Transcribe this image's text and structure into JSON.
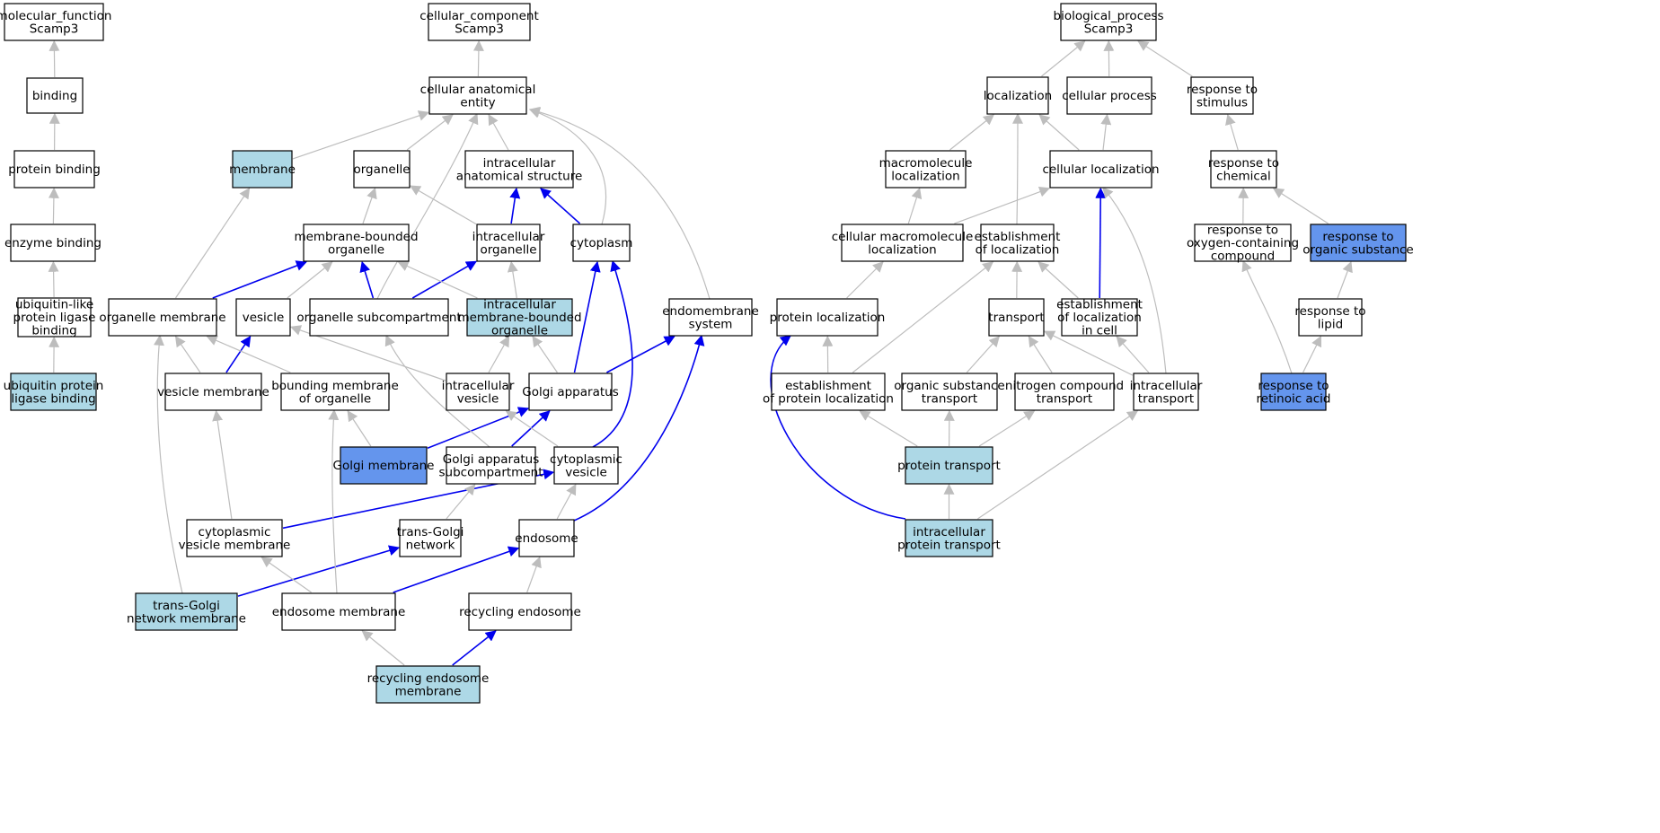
{
  "nodes": [
    {
      "id": "mf",
      "lines": [
        "molecular_function",
        "Scamp3"
      ],
      "fill": "#ffffff"
    },
    {
      "id": "binding",
      "lines": [
        "binding"
      ],
      "fill": "#ffffff"
    },
    {
      "id": "protein_binding",
      "lines": [
        "protein binding"
      ],
      "fill": "#ffffff"
    },
    {
      "id": "enzyme_binding",
      "lines": [
        "enzyme binding"
      ],
      "fill": "#ffffff"
    },
    {
      "id": "ubl_ligase_binding",
      "lines": [
        "ubiquitin-like",
        "protein ligase",
        "binding"
      ],
      "fill": "#ffffff"
    },
    {
      "id": "ub_ligase_binding",
      "lines": [
        "ubiquitin protein",
        "ligase binding"
      ],
      "fill": "#add8e6"
    },
    {
      "id": "cc",
      "lines": [
        "cellular_component",
        "Scamp3"
      ],
      "fill": "#ffffff"
    },
    {
      "id": "cae",
      "lines": [
        "cellular anatomical",
        "entity"
      ],
      "fill": "#ffffff"
    },
    {
      "id": "membrane",
      "lines": [
        "membrane"
      ],
      "fill": "#add8e6"
    },
    {
      "id": "organelle",
      "lines": [
        "organelle"
      ],
      "fill": "#ffffff"
    },
    {
      "id": "ias",
      "lines": [
        "intracellular",
        "anatomical structure"
      ],
      "fill": "#ffffff"
    },
    {
      "id": "mbo",
      "lines": [
        "membrane-bounded",
        "organelle"
      ],
      "fill": "#ffffff"
    },
    {
      "id": "io",
      "lines": [
        "intracellular",
        "organelle"
      ],
      "fill": "#ffffff"
    },
    {
      "id": "cytoplasm",
      "lines": [
        "cytoplasm"
      ],
      "fill": "#ffffff"
    },
    {
      "id": "om",
      "lines": [
        "organelle membrane"
      ],
      "fill": "#ffffff"
    },
    {
      "id": "vesicle",
      "lines": [
        "vesicle"
      ],
      "fill": "#ffffff"
    },
    {
      "id": "osc",
      "lines": [
        "organelle subcompartment"
      ],
      "fill": "#ffffff"
    },
    {
      "id": "imbo",
      "lines": [
        "intracellular",
        "membrane-bounded",
        "organelle"
      ],
      "fill": "#add8e6"
    },
    {
      "id": "ems",
      "lines": [
        "endomembrane",
        "system"
      ],
      "fill": "#ffffff"
    },
    {
      "id": "vm",
      "lines": [
        "vesicle membrane"
      ],
      "fill": "#ffffff"
    },
    {
      "id": "bmo",
      "lines": [
        "bounding membrane",
        "of organelle"
      ],
      "fill": "#ffffff"
    },
    {
      "id": "iv",
      "lines": [
        "intracellular",
        "vesicle"
      ],
      "fill": "#ffffff"
    },
    {
      "id": "golgi",
      "lines": [
        "Golgi apparatus"
      ],
      "fill": "#ffffff"
    },
    {
      "id": "golgi_mem",
      "lines": [
        "Golgi membrane"
      ],
      "fill": "#6495ed"
    },
    {
      "id": "gasc",
      "lines": [
        "Golgi apparatus",
        "subcompartment"
      ],
      "fill": "#ffffff"
    },
    {
      "id": "cv",
      "lines": [
        "cytoplasmic",
        "vesicle"
      ],
      "fill": "#ffffff"
    },
    {
      "id": "cvm",
      "lines": [
        "cytoplasmic",
        "vesicle membrane"
      ],
      "fill": "#ffffff"
    },
    {
      "id": "tgn",
      "lines": [
        "trans-Golgi",
        "network"
      ],
      "fill": "#ffffff"
    },
    {
      "id": "endosome",
      "lines": [
        "endosome"
      ],
      "fill": "#ffffff"
    },
    {
      "id": "tgnm",
      "lines": [
        "trans-Golgi",
        "network membrane"
      ],
      "fill": "#add8e6"
    },
    {
      "id": "em",
      "lines": [
        "endosome membrane"
      ],
      "fill": "#ffffff"
    },
    {
      "id": "re",
      "lines": [
        "recycling endosome"
      ],
      "fill": "#ffffff"
    },
    {
      "id": "rem",
      "lines": [
        "recycling endosome",
        "membrane"
      ],
      "fill": "#add8e6"
    },
    {
      "id": "bp",
      "lines": [
        "biological_process",
        "Scamp3"
      ],
      "fill": "#ffffff"
    },
    {
      "id": "localization",
      "lines": [
        "localization"
      ],
      "fill": "#ffffff"
    },
    {
      "id": "cp",
      "lines": [
        "cellular process"
      ],
      "fill": "#ffffff"
    },
    {
      "id": "rts",
      "lines": [
        "response to",
        "stimulus"
      ],
      "fill": "#ffffff"
    },
    {
      "id": "ml",
      "lines": [
        "macromolecule",
        "localization"
      ],
      "fill": "#ffffff"
    },
    {
      "id": "cl",
      "lines": [
        "cellular localization"
      ],
      "fill": "#ffffff"
    },
    {
      "id": "rtc",
      "lines": [
        "response to",
        "chemical"
      ],
      "fill": "#ffffff"
    },
    {
      "id": "cml",
      "lines": [
        "cellular macromolecule",
        "localization"
      ],
      "fill": "#ffffff"
    },
    {
      "id": "eol",
      "lines": [
        "establishment",
        "of localization"
      ],
      "fill": "#ffffff"
    },
    {
      "id": "rtocc",
      "lines": [
        "response to",
        "oxygen-containing",
        "compound"
      ],
      "fill": "#ffffff"
    },
    {
      "id": "rtos",
      "lines": [
        "response to",
        "organic substance"
      ],
      "fill": "#6495ed"
    },
    {
      "id": "pl",
      "lines": [
        "protein localization"
      ],
      "fill": "#ffffff"
    },
    {
      "id": "transport",
      "lines": [
        "transport"
      ],
      "fill": "#ffffff"
    },
    {
      "id": "eolc",
      "lines": [
        "establishment",
        "of localization",
        "in cell"
      ],
      "fill": "#ffffff"
    },
    {
      "id": "rtl",
      "lines": [
        "response to",
        "lipid"
      ],
      "fill": "#ffffff"
    },
    {
      "id": "epl",
      "lines": [
        "establishment",
        "of protein localization"
      ],
      "fill": "#ffffff"
    },
    {
      "id": "ost",
      "lines": [
        "organic substance",
        "transport"
      ],
      "fill": "#ffffff"
    },
    {
      "id": "nct",
      "lines": [
        "nitrogen compound",
        "transport"
      ],
      "fill": "#ffffff"
    },
    {
      "id": "it",
      "lines": [
        "intracellular",
        "transport"
      ],
      "fill": "#ffffff"
    },
    {
      "id": "rtra",
      "lines": [
        "response to",
        "retinoic acid"
      ],
      "fill": "#6495ed"
    },
    {
      "id": "pt",
      "lines": [
        "protein transport"
      ],
      "fill": "#add8e6"
    },
    {
      "id": "ipt",
      "lines": [
        "intracellular",
        "protein transport"
      ],
      "fill": "#add8e6"
    }
  ],
  "edges": [
    {
      "from": "binding",
      "to": "mf",
      "type": "is_a"
    },
    {
      "from": "protein_binding",
      "to": "binding",
      "type": "is_a"
    },
    {
      "from": "enzyme_binding",
      "to": "protein_binding",
      "type": "is_a"
    },
    {
      "from": "ubl_ligase_binding",
      "to": "enzyme_binding",
      "type": "is_a"
    },
    {
      "from": "ub_ligase_binding",
      "to": "ubl_ligase_binding",
      "type": "is_a"
    },
    {
      "from": "cae",
      "to": "cc",
      "type": "is_a"
    },
    {
      "from": "membrane",
      "to": "cae",
      "type": "is_a"
    },
    {
      "from": "organelle",
      "to": "cae",
      "type": "is_a"
    },
    {
      "from": "ias",
      "to": "cae",
      "type": "is_a"
    },
    {
      "from": "osc",
      "to": "cae",
      "type": "is_a"
    },
    {
      "from": "cytoplasm",
      "to": "cae",
      "type": "is_a"
    },
    {
      "from": "ems",
      "to": "cae",
      "type": "is_a"
    },
    {
      "from": "mbo",
      "to": "organelle",
      "type": "is_a"
    },
    {
      "from": "io",
      "to": "organelle",
      "type": "is_a"
    },
    {
      "from": "io",
      "to": "ias",
      "type": "part_of"
    },
    {
      "from": "cytoplasm",
      "to": "ias",
      "type": "part_of"
    },
    {
      "from": "om",
      "to": "membrane",
      "type": "is_a"
    },
    {
      "from": "om",
      "to": "mbo",
      "type": "part_of"
    },
    {
      "from": "vesicle",
      "to": "mbo",
      "type": "is_a"
    },
    {
      "from": "osc",
      "to": "mbo",
      "type": "part_of"
    },
    {
      "from": "osc",
      "to": "io",
      "type": "part_of"
    },
    {
      "from": "imbo",
      "to": "mbo",
      "type": "is_a"
    },
    {
      "from": "imbo",
      "to": "io",
      "type": "is_a"
    },
    {
      "from": "vm",
      "to": "om",
      "type": "is_a"
    },
    {
      "from": "vm",
      "to": "vesicle",
      "type": "part_of"
    },
    {
      "from": "bmo",
      "to": "om",
      "type": "is_a"
    },
    {
      "from": "iv",
      "to": "vesicle",
      "type": "is_a"
    },
    {
      "from": "iv",
      "to": "imbo",
      "type": "is_a"
    },
    {
      "from": "golgi",
      "to": "imbo",
      "type": "is_a"
    },
    {
      "from": "golgi",
      "to": "cytoplasm",
      "type": "part_of"
    },
    {
      "from": "golgi",
      "to": "ems",
      "type": "part_of"
    },
    {
      "from": "golgi_mem",
      "to": "bmo",
      "type": "is_a"
    },
    {
      "from": "golgi_mem",
      "to": "golgi",
      "type": "part_of"
    },
    {
      "from": "gasc",
      "to": "osc",
      "type": "is_a"
    },
    {
      "from": "gasc",
      "to": "golgi",
      "type": "part_of"
    },
    {
      "from": "cv",
      "to": "iv",
      "type": "is_a"
    },
    {
      "from": "cv",
      "to": "cytoplasm",
      "type": "part_of"
    },
    {
      "from": "cvm",
      "to": "vm",
      "type": "is_a"
    },
    {
      "from": "cvm",
      "to": "cv",
      "type": "part_of"
    },
    {
      "from": "tgn",
      "to": "gasc",
      "type": "is_a"
    },
    {
      "from": "endosome",
      "to": "cv",
      "type": "is_a"
    },
    {
      "from": "endosome",
      "to": "ems",
      "type": "part_of"
    },
    {
      "from": "tgnm",
      "to": "om",
      "type": "is_a"
    },
    {
      "from": "tgnm",
      "to": "tgn",
      "type": "part_of"
    },
    {
      "from": "em",
      "to": "cvm",
      "type": "is_a"
    },
    {
      "from": "em",
      "to": "bmo",
      "type": "is_a"
    },
    {
      "from": "em",
      "to": "endosome",
      "type": "part_of"
    },
    {
      "from": "re",
      "to": "endosome",
      "type": "is_a"
    },
    {
      "from": "rem",
      "to": "em",
      "type": "is_a"
    },
    {
      "from": "rem",
      "to": "re",
      "type": "part_of"
    },
    {
      "from": "localization",
      "to": "bp",
      "type": "is_a"
    },
    {
      "from": "cp",
      "to": "bp",
      "type": "is_a"
    },
    {
      "from": "rts",
      "to": "bp",
      "type": "is_a"
    },
    {
      "from": "ml",
      "to": "localization",
      "type": "is_a"
    },
    {
      "from": "cl",
      "to": "localization",
      "type": "is_a"
    },
    {
      "from": "eol",
      "to": "localization",
      "type": "is_a"
    },
    {
      "from": "cl",
      "to": "cp",
      "type": "is_a"
    },
    {
      "from": "rtc",
      "to": "rts",
      "type": "is_a"
    },
    {
      "from": "cml",
      "to": "ml",
      "type": "is_a"
    },
    {
      "from": "cml",
      "to": "cl",
      "type": "is_a"
    },
    {
      "from": "eolc",
      "to": "cl",
      "type": "part_of"
    },
    {
      "from": "it",
      "to": "cl",
      "type": "is_a"
    },
    {
      "from": "rtocc",
      "to": "rtc",
      "type": "is_a"
    },
    {
      "from": "rtos",
      "to": "rtc",
      "type": "is_a"
    },
    {
      "from": "pl",
      "to": "cml",
      "type": "is_a"
    },
    {
      "from": "transport",
      "to": "eol",
      "type": "is_a"
    },
    {
      "from": "eolc",
      "to": "eol",
      "type": "is_a"
    },
    {
      "from": "epl",
      "to": "eol",
      "type": "is_a"
    },
    {
      "from": "epl",
      "to": "pl",
      "type": "is_a"
    },
    {
      "from": "ost",
      "to": "transport",
      "type": "is_a"
    },
    {
      "from": "nct",
      "to": "transport",
      "type": "is_a"
    },
    {
      "from": "it",
      "to": "transport",
      "type": "is_a"
    },
    {
      "from": "it",
      "to": "eolc",
      "type": "is_a"
    },
    {
      "from": "rtl",
      "to": "rtos",
      "type": "is_a"
    },
    {
      "from": "rtra",
      "to": "rtocc",
      "type": "is_a"
    },
    {
      "from": "rtra",
      "to": "rtl",
      "type": "is_a"
    },
    {
      "from": "pt",
      "to": "epl",
      "type": "is_a"
    },
    {
      "from": "pt",
      "to": "ost",
      "type": "is_a"
    },
    {
      "from": "pt",
      "to": "nct",
      "type": "is_a"
    },
    {
      "from": "ipt",
      "to": "pt",
      "type": "is_a"
    },
    {
      "from": "ipt",
      "to": "it",
      "type": "is_a"
    },
    {
      "from": "ipt",
      "to": "pl",
      "type": "part_of"
    }
  ],
  "edge_colors": {
    "is_a": "#bdbdbd",
    "part_of": "#0000ee"
  }
}
